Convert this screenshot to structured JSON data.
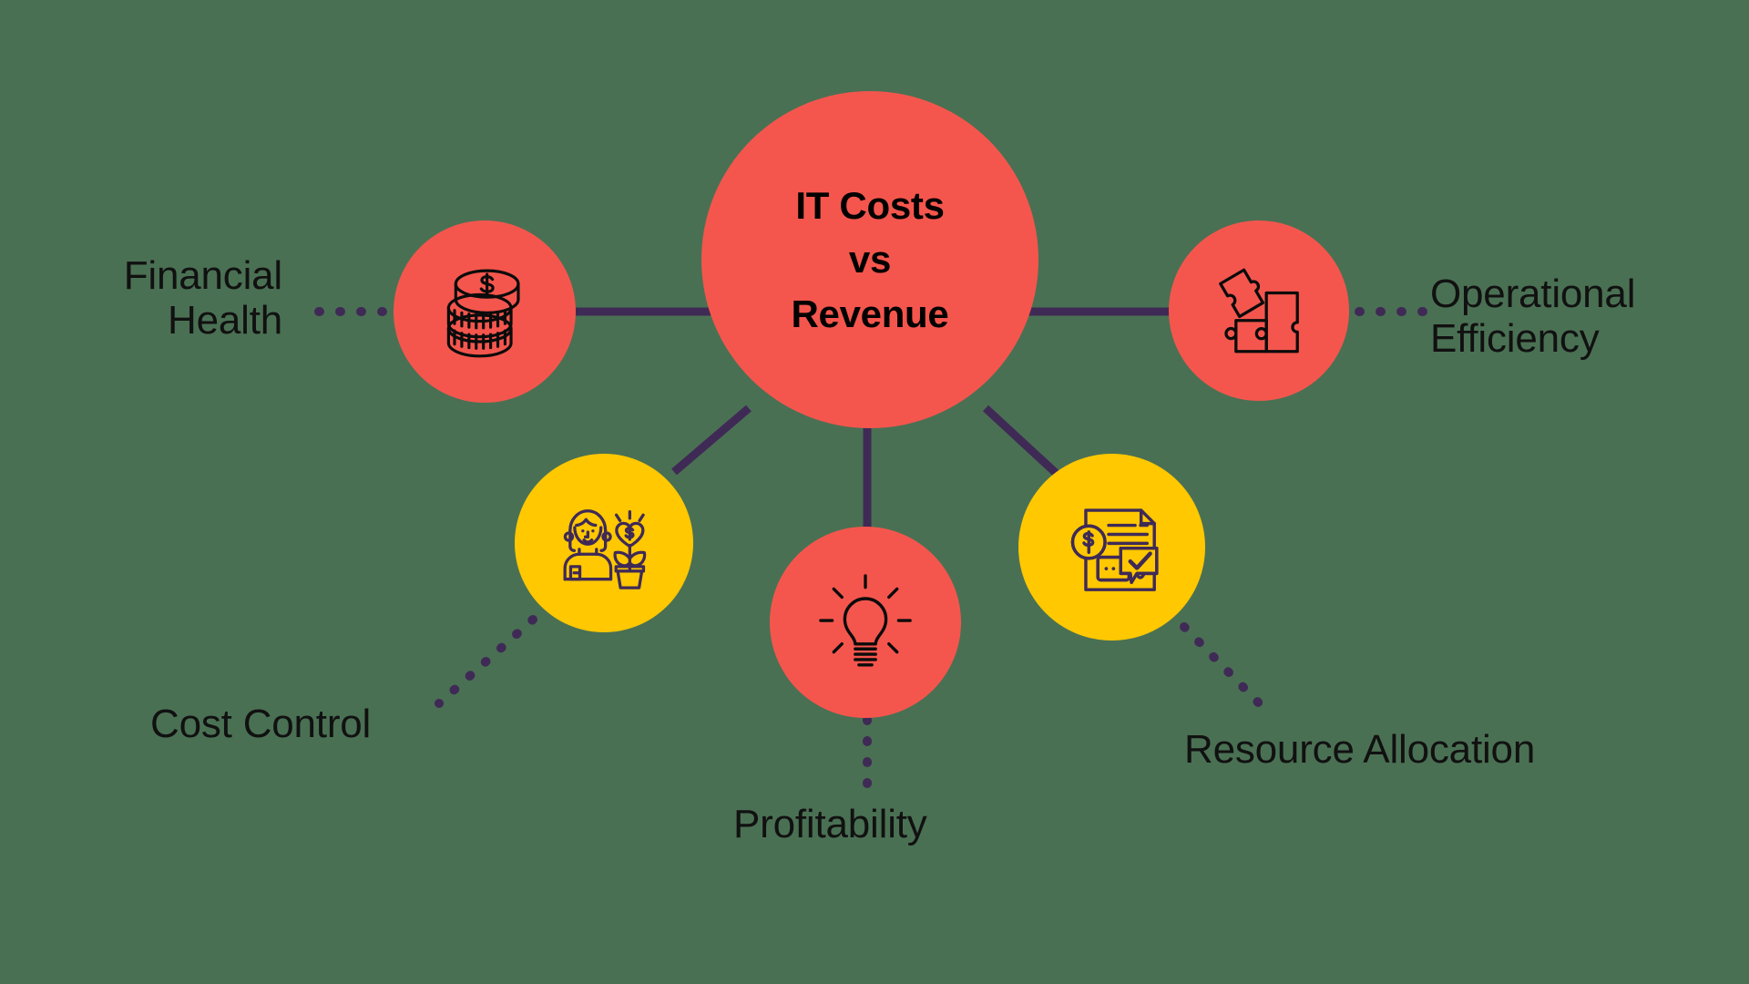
{
  "theme": {
    "background": "#4a7053",
    "red": "#F4564D",
    "yellow": "#FFC800",
    "line": "#3F2A56",
    "text": "#111111"
  },
  "center": {
    "title": "IT Costs\nvs\nRevenue",
    "icon": "none",
    "color": "#F4564D"
  },
  "nodes": [
    {
      "id": "financial-health",
      "label": "Financial\nHealth",
      "icon": "coin-stack-icon",
      "color": "#F4564D",
      "connector": "solid",
      "leader": "dotted"
    },
    {
      "id": "operational-efficiency",
      "label": "Operational\nEfficiency",
      "icon": "puzzle-pieces-icon",
      "color": "#F4564D",
      "connector": "solid",
      "leader": "dotted"
    },
    {
      "id": "cost-control",
      "label": "Cost Control",
      "icon": "person-money-plant-icon",
      "color": "#FFC800",
      "connector": "solid",
      "leader": "dotted"
    },
    {
      "id": "profitability",
      "label": "Profitability",
      "icon": "lightbulb-icon",
      "color": "#F4564D",
      "connector": "solid",
      "leader": "dotted"
    },
    {
      "id": "resource-allocation",
      "label": "Resource Allocation",
      "icon": "invoice-document-icon",
      "color": "#FFC800",
      "connector": "solid",
      "leader": "dotted"
    }
  ]
}
